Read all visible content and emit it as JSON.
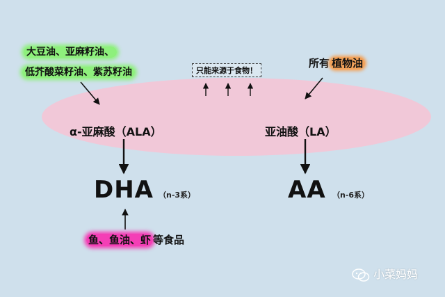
{
  "sources": {
    "ala_line1": "大豆油、亚麻籽油、",
    "ala_line2": "低芥酸菜籽油、紫苏籽油",
    "la_prefix": "所有",
    "la_highlight": "植物油",
    "dha_highlight": "鱼、鱼油、虾",
    "dha_suffix": "等食品"
  },
  "note": "只能来源于食物！",
  "acids": {
    "ala": "α-亚麻酸（ALA）",
    "la": "亚油酸（LA）"
  },
  "products": {
    "dha": "DHA",
    "dha_series": "（n-3系）",
    "aa": "AA",
    "aa_series": "（n-6系）"
  },
  "watermark": "小菜妈妈",
  "colors": {
    "background": "#cfe0ec",
    "ellipse": "#f1c8d8",
    "highlight_green": "#8ef07c",
    "highlight_orange": "#f2a25a",
    "highlight_pink": "#f43fb6"
  }
}
